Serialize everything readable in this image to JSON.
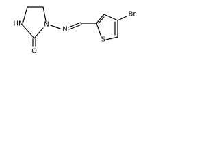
{
  "structure": {
    "atom_labels": {
      "nh": "HN",
      "n_ring": "N",
      "n_imine": "N",
      "o": "O",
      "s": "S",
      "br": "Br"
    },
    "colors": {
      "bond": "#000000",
      "text": "#000000",
      "background": "#ffffff"
    }
  }
}
